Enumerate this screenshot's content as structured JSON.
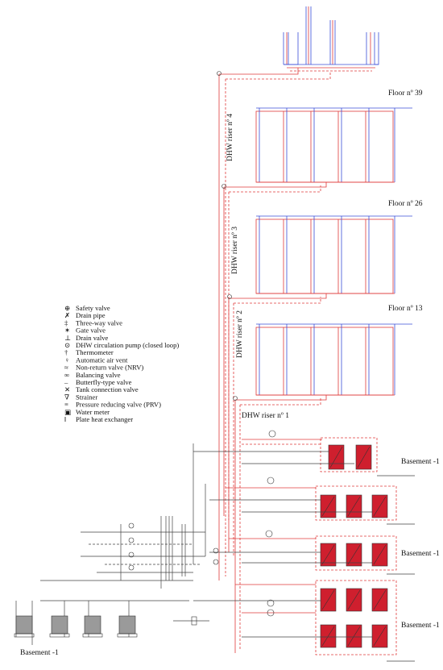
{
  "floors": [
    {
      "label": "Floor nº 39"
    },
    {
      "label": "Floor nº 26"
    },
    {
      "label": "Floor nº 13"
    }
  ],
  "risers": [
    {
      "label": "DHW riser nº 4"
    },
    {
      "label": "DHW riser nº 3"
    },
    {
      "label": "DHW riser nº 2"
    },
    {
      "label": "DHW riser nº 1"
    }
  ],
  "basements": [
    {
      "label": "Basement -1"
    },
    {
      "label": "Basement -1"
    },
    {
      "label": "Basement -1"
    },
    {
      "label": "Basement -1"
    }
  ],
  "legend": [
    {
      "icon": "safety-valve-icon",
      "label": "Safety valve"
    },
    {
      "icon": "drain-pipe-icon",
      "label": "Drain pipe"
    },
    {
      "icon": "three-way-valve-icon",
      "label": "Three-way valve"
    },
    {
      "icon": "gate-valve-icon",
      "label": "Gate valve"
    },
    {
      "icon": "drain-valve-icon",
      "label": "Drain valve"
    },
    {
      "icon": "circulation-pump-icon",
      "label": "DHW circulation pump (closed loop)"
    },
    {
      "icon": "thermometer-icon",
      "label": "Thermometer"
    },
    {
      "icon": "air-vent-icon",
      "label": "Automatic air vent"
    },
    {
      "icon": "non-return-valve-icon",
      "label": "Non-return valve (NRV)"
    },
    {
      "icon": "balancing-valve-icon",
      "label": "Balancing valve"
    },
    {
      "icon": "butterfly-valve-icon",
      "label": "Butterfly-type valve"
    },
    {
      "icon": "tank-connection-valve-icon",
      "label": "Tank connection valve"
    },
    {
      "icon": "strainer-icon",
      "label": "Strainer"
    },
    {
      "icon": "prv-icon",
      "label": "Pressure reducing valve (PRV)"
    },
    {
      "icon": "water-meter-icon",
      "label": "Water meter"
    },
    {
      "icon": "plate-heat-exchanger-icon",
      "label": "Plate heat exchanger"
    }
  ],
  "colors": {
    "hot_supply": "#e03b3b",
    "cold_return": "#3b4fd8",
    "tank": "#cf1f2e",
    "boiler": "#9a9a9a",
    "pipe": "#444444"
  }
}
